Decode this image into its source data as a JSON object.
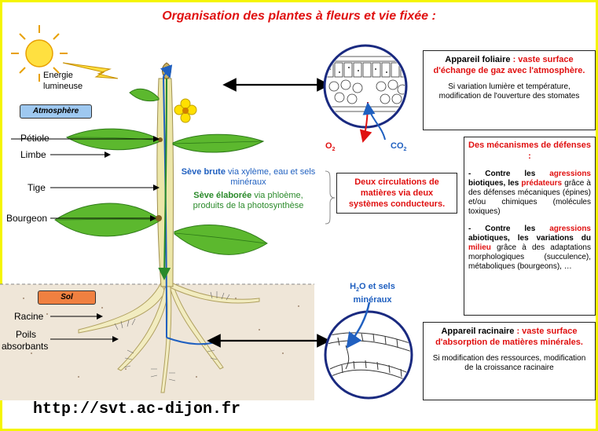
{
  "title": "Organisation des plantes à fleurs et vie fixée :",
  "labels": {
    "energie_1": "Energie",
    "energie_2": "lumineuse",
    "atmosphere": "Atmosphère",
    "petiole": "Pétiole",
    "limbe": "Limbe",
    "tige": "Tige",
    "bourgeon": "Bourgeon",
    "sol": "Sol",
    "racine": "Racine",
    "poils_1": "Poils",
    "poils_2": "absorbants",
    "o2": "O",
    "o2_sub": "2",
    "co2": "CO",
    "co2_sub": "2",
    "h2o_1": "H",
    "h2o_sub": "2",
    "h2o_2": "O et sels",
    "h2o_3": "minéraux"
  },
  "seve": {
    "brute_bold": "Sève brute",
    "brute_rest": " via xylème, eau et sels minéraux",
    "elaboree_bold": "Sève élaborée",
    "elaboree_rest": " via phloème, produits de la photosynthèse"
  },
  "circulation_box": "Deux circulations de matières via deux systèmes conducteurs.",
  "foliaire": {
    "head_black": "Appareil foliaire",
    "head_red": " : vaste surface d'échange de gaz avec l'atmosphère.",
    "sub": "Si variation lumière et température, modification de l'ouverture des stomates"
  },
  "defenses": {
    "title": "Des mécanismes de défenses :",
    "p1_a": "- Contre les ",
    "p1_red1": "agressions",
    "p1_b": " biotiques, les ",
    "p1_red2": "prédateurs",
    "p1_c": " grâce à des défenses mécaniques (épines) et/ou chimiques (molécules toxiques)",
    "p2_a": "- Contre les ",
    "p2_red1": "agressions",
    "p2_b": " abiotiques, les variations du ",
    "p2_red2": "milieu",
    "p2_c": " grâce à des adaptations morphologiques (succulence), métaboliques (bourgeons), …"
  },
  "racinaire": {
    "head_black": "Appareil racinaire",
    "head_red": " : vaste surface d'absorption de matières minérales.",
    "sub": "Si modification des ressources, modification de la croissance racinaire"
  },
  "url": "http://svt.ac-dijon.fr",
  "colors": {
    "accent_red": "#e01010",
    "sap_blue": "#2060c0",
    "sap_green": "#2a8a2a",
    "leaf": "#5cb82e",
    "stem": "#e8e2a0",
    "frame": "#f5f500",
    "atmosphere_tag": "#9ec8f0",
    "sol_tag": "#f08040"
  }
}
